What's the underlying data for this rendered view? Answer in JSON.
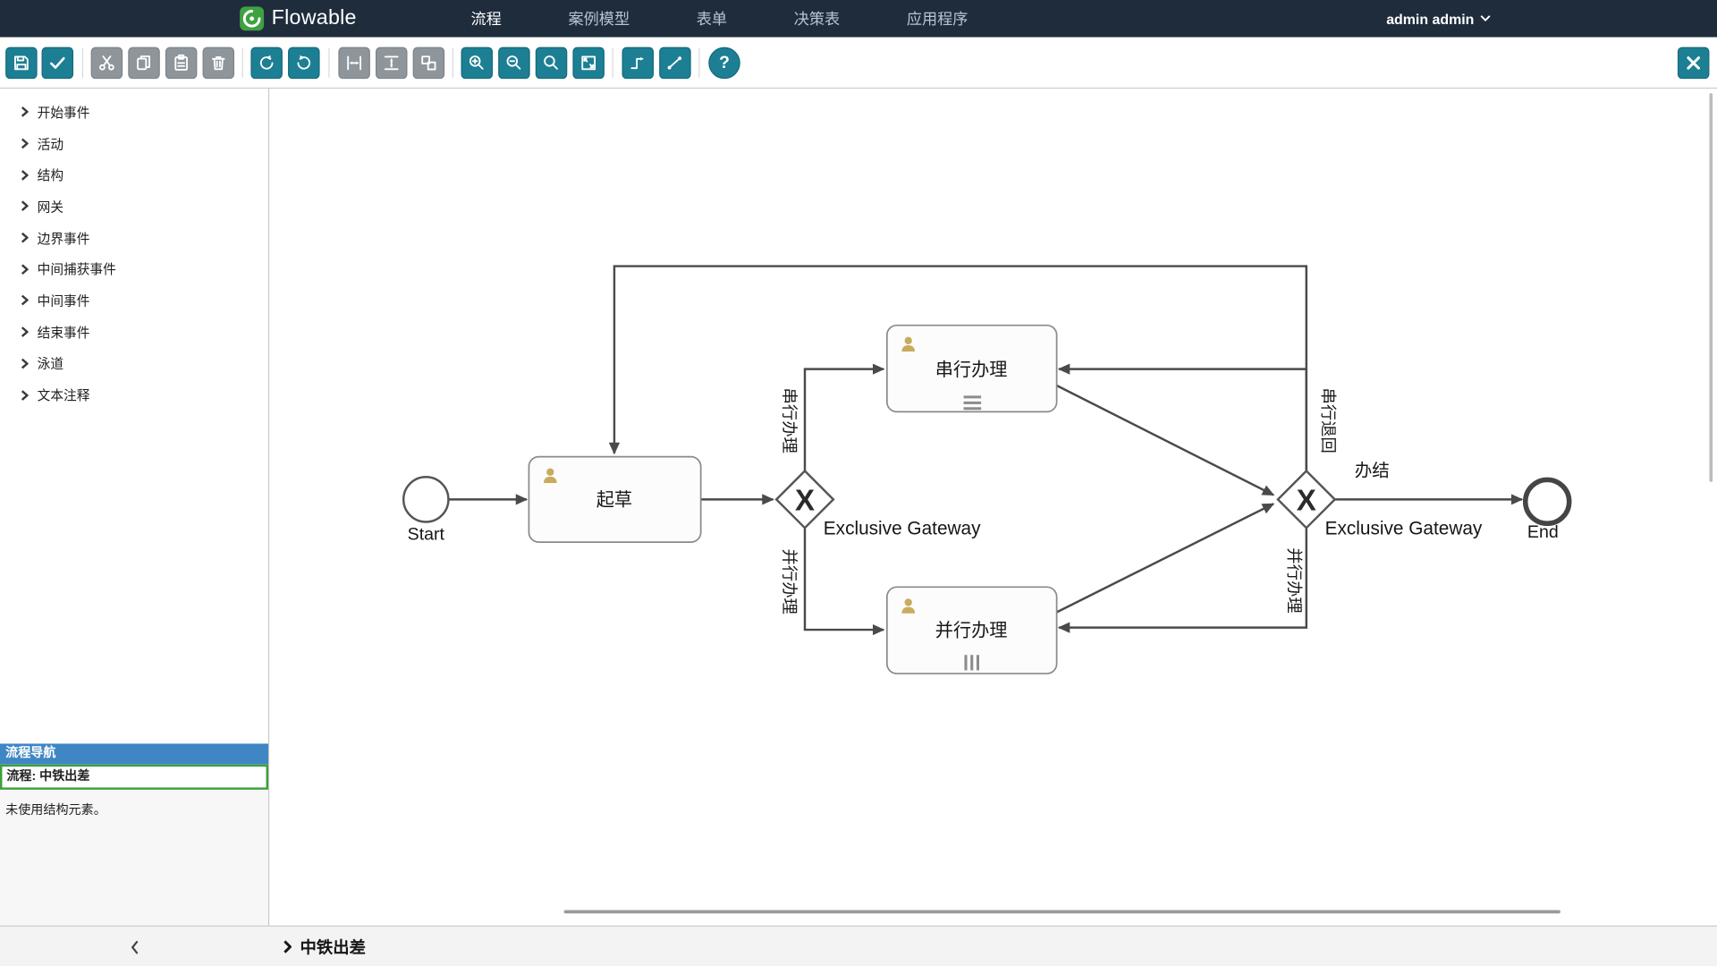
{
  "navbar": {
    "logo_text": "Flowable",
    "items": [
      {
        "label": "流程"
      },
      {
        "label": "案例模型"
      },
      {
        "label": "表单"
      },
      {
        "label": "决策表"
      },
      {
        "label": "应用程序"
      }
    ],
    "user_menu": "admin admin"
  },
  "toolbar": {
    "help_label": "?",
    "icons": {
      "enabled_color": "#1c7f93",
      "disabled_color": "#8e969b",
      "buttons": [
        "save",
        "validate",
        "cut",
        "copy",
        "paste",
        "delete",
        "redo",
        "undo",
        "distribute-horizontal",
        "distribute-vertical",
        "same-size",
        "zoom-in",
        "zoom-out",
        "zoom-actual",
        "zoom-fit",
        "add-flow",
        "edit-flow",
        "help",
        "close"
      ]
    }
  },
  "palette": {
    "sections": [
      {
        "label": "开始事件"
      },
      {
        "label": "活动"
      },
      {
        "label": "结构"
      },
      {
        "label": "网关"
      },
      {
        "label": "边界事件"
      },
      {
        "label": "中间捕获事件"
      },
      {
        "label": "中间事件"
      },
      {
        "label": "结束事件"
      },
      {
        "label": "泳道"
      },
      {
        "label": "文本注释"
      }
    ]
  },
  "navigator": {
    "title": "流程导航",
    "current_process": "流程: 中铁出差",
    "note": "未使用结构元素。"
  },
  "footer": {
    "process_title": "中铁出差"
  },
  "diagram": {
    "start_label": "Start",
    "end_label": "End",
    "task_draft": "起草",
    "task_serial": "串行办理",
    "task_parallel": "并行办理",
    "gateway_symbol": "X",
    "gateway1_label": "Exclusive Gateway",
    "gateway2_label": "Exclusive Gateway",
    "flow_serial_label": "串行办理",
    "flow_parallel_label": "并行办理",
    "flow_serial_return_label": "串行退回",
    "flow_parallel_return_label": "并行办理",
    "flow_complete_label": "办结"
  }
}
